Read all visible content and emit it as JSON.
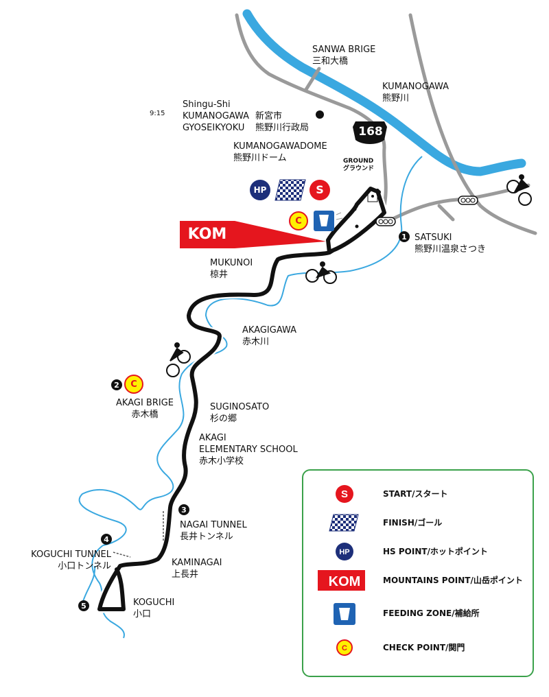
{
  "time": "9:15",
  "places": {
    "sanwa": {
      "en": "SANWA BRIGE",
      "jp": "三和大橋"
    },
    "kumanogawa": {
      "en": "KUMANOGAWA",
      "jp": "熊野川"
    },
    "gyoseikyoku": {
      "l1": "Shingu-Shi",
      "l2": "KUMANOGAWA",
      "l3": "GYOSEIKYOKU",
      "jp1": "新宮市",
      "jp2": "熊野川行政局"
    },
    "route_number": "168",
    "dome": {
      "en": "KUMANOGAWADOME",
      "jp": "熊野川ドーム"
    },
    "ground": {
      "en": "GROUND",
      "jp": "グラウンド"
    },
    "satsuki": {
      "num": "1",
      "en": "SATSUKI",
      "jp": "熊野川温泉さつき"
    },
    "mukunoi": {
      "en": "MUKUNOI",
      "jp": "椋井"
    },
    "akagigawa": {
      "en": "AKAGIGAWA",
      "jp": "赤木川"
    },
    "akagi_bridge": {
      "num": "2",
      "en": "AKAGI BRIGE",
      "jp": "赤木橋"
    },
    "suginosato": {
      "en": "SUGINOSATO",
      "jp": "杉の郷"
    },
    "akagi_school": {
      "l1": "AKAGI",
      "l2": "ELEMENTARY SCHOOL",
      "jp": "赤木小学校"
    },
    "nagai_tunnel": {
      "num": "3",
      "en": "NAGAI TUNNEL",
      "jp": "長井トンネル"
    },
    "koguchi_tunnel": {
      "num": "4",
      "en": "KOGUCHI TUNNEL",
      "jp": "小口トンネル"
    },
    "kaminagai": {
      "en": "KAMINAGAI",
      "jp": "上長井"
    },
    "koguchi": {
      "num": "5",
      "en": "KOGUCHI",
      "jp": "小口"
    }
  },
  "markers": {
    "hp": "HP",
    "start": "S",
    "check": "C",
    "kom": "KOM"
  },
  "legend": [
    {
      "icon": "start-icon",
      "label": "START/スタート"
    },
    {
      "icon": "finish-flag-icon",
      "label": "FINISH/ゴール"
    },
    {
      "icon": "hs-point-icon",
      "label": "HS POINT/ホットポイント"
    },
    {
      "icon": "kom-icon",
      "label": "MOUNTAINS POINT/山岳ポイント"
    },
    {
      "icon": "feeding-zone-icon",
      "label": "FEEDING ZONE/補給所"
    },
    {
      "icon": "check-point-icon",
      "label": "CHECK POINT/関門"
    }
  ],
  "colors": {
    "river": "#3aa8e0",
    "road": "#9a9a9a",
    "course": "#111111",
    "start_red": "#e5161e",
    "hp_navy": "#1d2f7a",
    "check_yellow": "#fff000",
    "feeding_blue": "#1f63b3",
    "legend_border": "#3aa14a"
  }
}
